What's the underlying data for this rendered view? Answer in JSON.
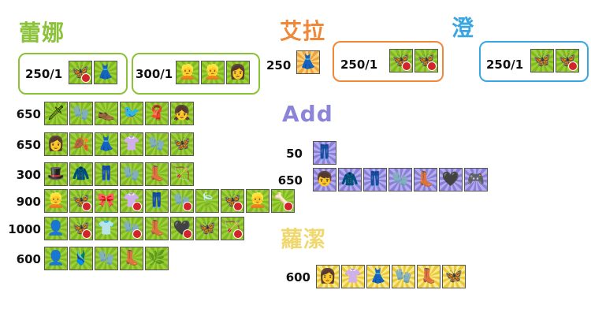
{
  "titles": {
    "rena": "蕾娜",
    "aisha": "艾拉",
    "eve": "澄",
    "add": "Add",
    "chung": "蘿潔"
  },
  "colors": {
    "rena": "#8bc23a",
    "aisha": "#f0883a",
    "eve": "#3aa6e0",
    "add": "#8c84d8",
    "chung": "#f0d870"
  },
  "rena": {
    "box1": {
      "label": "250/1",
      "icons": [
        {
          "glyph": "🦋",
          "badge": true,
          "name": "wing-accessory-icon"
        },
        {
          "glyph": "👗",
          "badge": false,
          "name": "white-outfit-icon"
        }
      ]
    },
    "box2": {
      "label": "300/1",
      "icons": [
        {
          "glyph": "👱",
          "badge": false,
          "name": "blonde-hair-icon"
        },
        {
          "glyph": "👱",
          "badge": false,
          "name": "blonde-hair-icon"
        },
        {
          "glyph": "👩",
          "badge": false,
          "name": "dark-hair-icon"
        }
      ]
    },
    "rows": [
      {
        "price": "650",
        "icons": [
          "🗡",
          "🧤",
          "👞",
          "🐦",
          "🧣",
          "👧"
        ]
      },
      {
        "price": "650",
        "icons": [
          "👩",
          "🍂",
          "👗",
          "👚",
          "🧤",
          "🦋"
        ]
      },
      {
        "price": "300",
        "icons": [
          "🎩",
          "🧥",
          "👖",
          "🧤",
          "👢",
          "🏹"
        ]
      },
      {
        "price": "900",
        "icons": [
          "👱",
          "🦋",
          "🎀",
          "👚",
          "👖",
          "🧤",
          "🍃",
          "🦋",
          "👱",
          "🦴"
        ]
      },
      {
        "price": "1000",
        "icons": [
          "👤",
          "🦋",
          "👕",
          "🧤",
          "👢",
          "🖤",
          "🦋",
          "🏹"
        ]
      },
      {
        "price": "600",
        "icons": [
          "👤",
          "🩱",
          "🧤",
          "👢",
          "🌿"
        ]
      }
    ]
  },
  "aisha": {
    "single_price": "250",
    "single_icon": "👗",
    "box": {
      "label": "250/1",
      "icons": [
        {
          "glyph": "🦋",
          "badge": true,
          "name": "wing-accessory-icon"
        },
        {
          "glyph": "🦋",
          "badge": true,
          "name": "wing-accessory-icon"
        }
      ]
    }
  },
  "eve": {
    "box": {
      "label": "250/1",
      "icons": [
        {
          "glyph": "🦋",
          "badge": false,
          "name": "wing-accessory-icon"
        },
        {
          "glyph": "🦋",
          "badge": true,
          "name": "wing-accessory-icon"
        }
      ]
    }
  },
  "add": {
    "rows": [
      {
        "price": "50",
        "icons": [
          "👖"
        ]
      },
      {
        "price": "650",
        "icons": [
          "👦",
          "🧥",
          "👖",
          "🧤",
          "👢",
          "🖤",
          "🎮"
        ]
      }
    ]
  },
  "chung": {
    "rows": [
      {
        "price": "600",
        "icons": [
          "👩",
          "👚",
          "👗",
          "🧤",
          "👢",
          "🦋"
        ]
      }
    ]
  }
}
